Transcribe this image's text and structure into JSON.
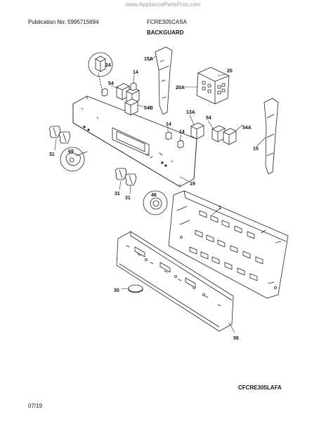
{
  "watermark": "www.AppliancePartsPros.com",
  "header": {
    "publication": "Publication No: 5995715694",
    "model": "FCRE305CASA",
    "section_title": "BACKGUARD"
  },
  "footer": {
    "diagram_code": "CFCRE305LAFA",
    "date": "07/19"
  },
  "callouts": {
    "c24": "24",
    "c14a": "14",
    "c15a": "15A",
    "c20": "20",
    "c20a": "20A",
    "c54a": "54",
    "c54b": "54B",
    "c13a": "13A",
    "c14b": "14",
    "c14c": "14",
    "c54c": "54",
    "c54d": "54A",
    "c15": "15",
    "c31a": "31",
    "c69": "69",
    "c31b": "31",
    "c31c": "31",
    "c46": "46",
    "c19": "19",
    "c1": "1",
    "c30": "30",
    "c56": "56"
  }
}
